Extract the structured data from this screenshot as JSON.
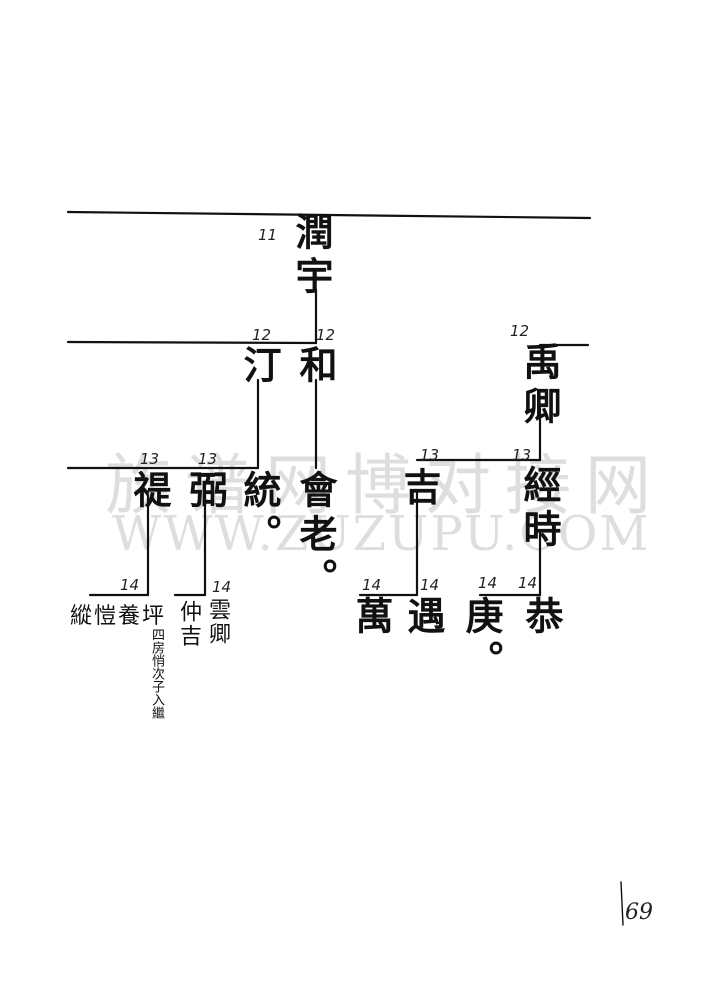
{
  "page_number": "69",
  "watermark": {
    "cn": "族谱网博对接网",
    "en": "WWW.ZUZUPU.COM"
  },
  "nodes": {
    "runyu": {
      "gen": "11",
      "name": "潤宇"
    },
    "ting": {
      "gen": "12",
      "name": "汀"
    },
    "he": {
      "gen": "12",
      "name": "和"
    },
    "yuqing": {
      "gen": "12",
      "name": "禹卿"
    },
    "tong": {
      "name": "統。"
    },
    "huilao": {
      "name": "會老。"
    },
    "ti": {
      "gen": "13",
      "name": "禔"
    },
    "bi": {
      "gen": "13",
      "name": "弼"
    },
    "ji": {
      "gen": "13",
      "name": "吉"
    },
    "jingshi": {
      "gen": "13",
      "name": "經時"
    },
    "zongkaiyangping": {
      "gen": "14",
      "name": "縱愷養坪"
    },
    "zhongji": {
      "gen": "14",
      "name": "仲吉"
    },
    "yunqing": {
      "gen": "14",
      "name": "雲卿"
    },
    "wan": {
      "gen": "14",
      "name": "萬"
    },
    "yu": {
      "gen": "14",
      "name": "遇"
    },
    "geng": {
      "gen": "14",
      "name": "庚。"
    },
    "gong": {
      "gen": "14",
      "name": "恭"
    }
  },
  "note": "四房悄次子入繼"
}
